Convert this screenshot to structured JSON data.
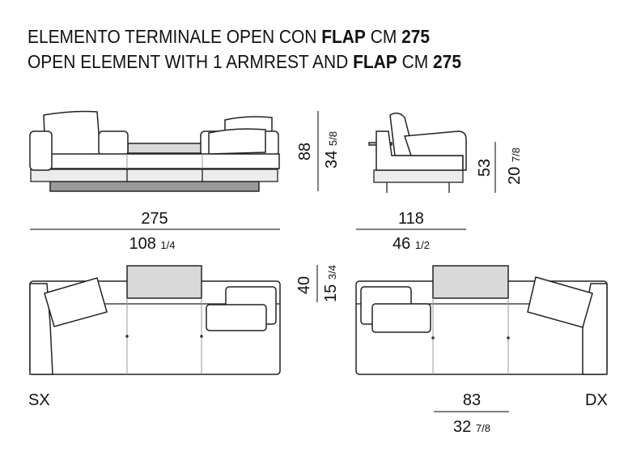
{
  "title": {
    "line1_prefix": "ELEMENTO TERMINALE OPEN CON ",
    "line1_bold": "FLAP",
    "line1_cm": " CM ",
    "line1_size": "275",
    "line2_prefix": "OPEN ELEMENT WITH 1 ARMREST AND ",
    "line2_bold": "FLAP",
    "line2_cm": " CM ",
    "line2_size": "275"
  },
  "front_view": {
    "height_cm": "88",
    "height_in": "34",
    "height_in_frac": "5/8",
    "width_cm": "275",
    "width_in": "108",
    "width_in_frac": "1/4"
  },
  "side_view": {
    "seat_height_cm": "53",
    "seat_height_in": "20",
    "seat_height_in_frac": "7/8",
    "depth_cm": "118",
    "depth_in": "46",
    "depth_in_frac": "1/2"
  },
  "top_view": {
    "flap_depth_cm": "40",
    "flap_depth_in": "15",
    "flap_depth_in_frac": "3/4",
    "flap_width_cm": "83",
    "flap_width_in": "32",
    "flap_width_in_frac": "7/8",
    "left_label": "SX",
    "right_label": "DX"
  }
}
